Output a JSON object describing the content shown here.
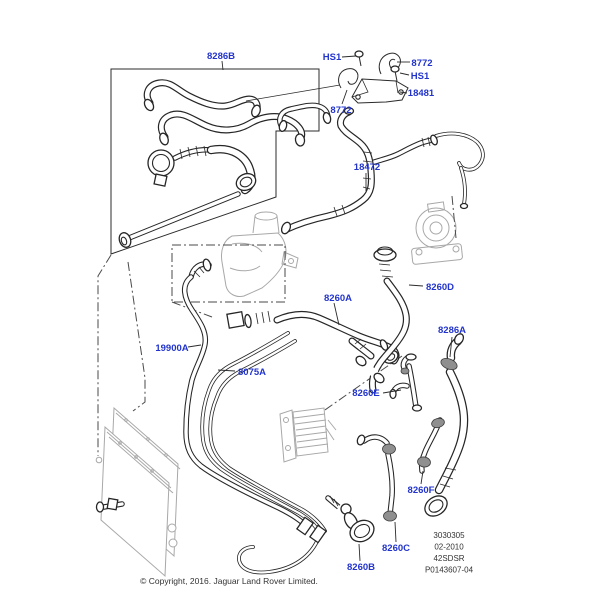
{
  "diagram": {
    "title_context": "cooling system hoses parts diagram",
    "colors": {
      "label_blue": "#2234cc",
      "line_black": "#262626",
      "ghost_grey": "#a8a8a8",
      "clamp_grey": "#8f8f8f"
    },
    "callouts": [
      {
        "label": "8286B"
      },
      {
        "label": "HS1"
      },
      {
        "label": "8772"
      },
      {
        "label": "HS1"
      },
      {
        "label": "18481"
      },
      {
        "label": "8772"
      },
      {
        "label": "18472"
      },
      {
        "label": "8260A"
      },
      {
        "label": "8260D"
      },
      {
        "label": "8286A"
      },
      {
        "label": "19900A"
      },
      {
        "label": "8075A"
      },
      {
        "label": "8260E"
      },
      {
        "label": "8260F"
      },
      {
        "label": "8260C"
      },
      {
        "label": "8260B"
      }
    ],
    "ref_block": {
      "line1": "3030305",
      "line2": "02-2010",
      "line3": "42SDSR",
      "line4": "P0143607-04"
    },
    "copyright": "© Copyright, 2016. Jaguar Land Rover Limited."
  }
}
